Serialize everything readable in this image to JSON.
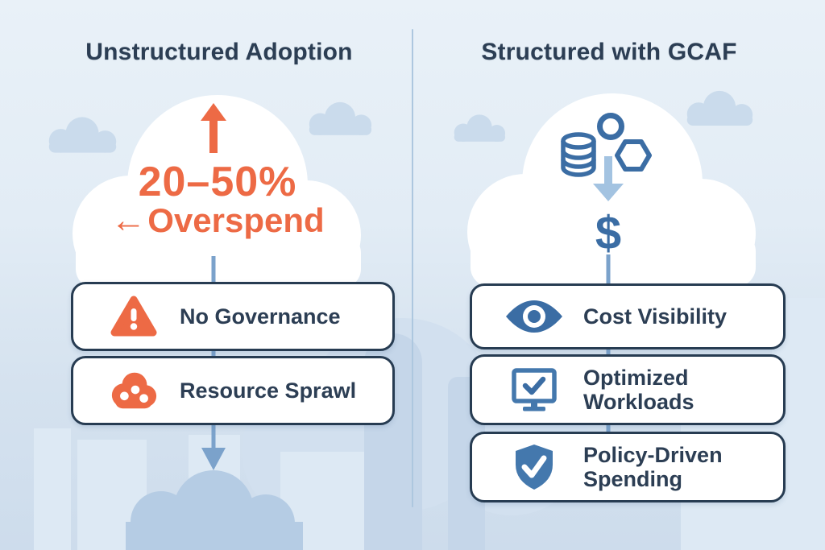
{
  "left_panel": {
    "title": "Unstructured Adoption",
    "stat_value": "20–50%",
    "stat_arrow": "←",
    "stat_label": "Overspend",
    "items": [
      {
        "label": "No Governance",
        "icon": "warning-triangle-icon"
      },
      {
        "label": "Resource Sprawl",
        "icon": "sprawl-cloud-icon"
      }
    ]
  },
  "right_panel": {
    "title": "Structured with GCAF",
    "cloud_icons": [
      "database-icon",
      "circle-icon",
      "hexagon-icon"
    ],
    "flow_icon": "down-arrow-icon",
    "dollar_sign": "$",
    "items": [
      {
        "label": "Cost Visibility",
        "icon": "eye-icon"
      },
      {
        "label": "Optimized Workloads",
        "icon": "monitor-check-icon"
      },
      {
        "label": "Policy-Driven Spending",
        "icon": "shield-check-icon"
      }
    ]
  },
  "colors": {
    "accent_orange": "#ED6A45",
    "navy_text": "#2C3E54",
    "icon_blue": "#3B6DA4",
    "connector_blue": "#7BA2CB",
    "light_arrow_blue": "#A3C3E1",
    "background_top": "#E9F1F8",
    "background_bottom": "#CDDCEC"
  }
}
